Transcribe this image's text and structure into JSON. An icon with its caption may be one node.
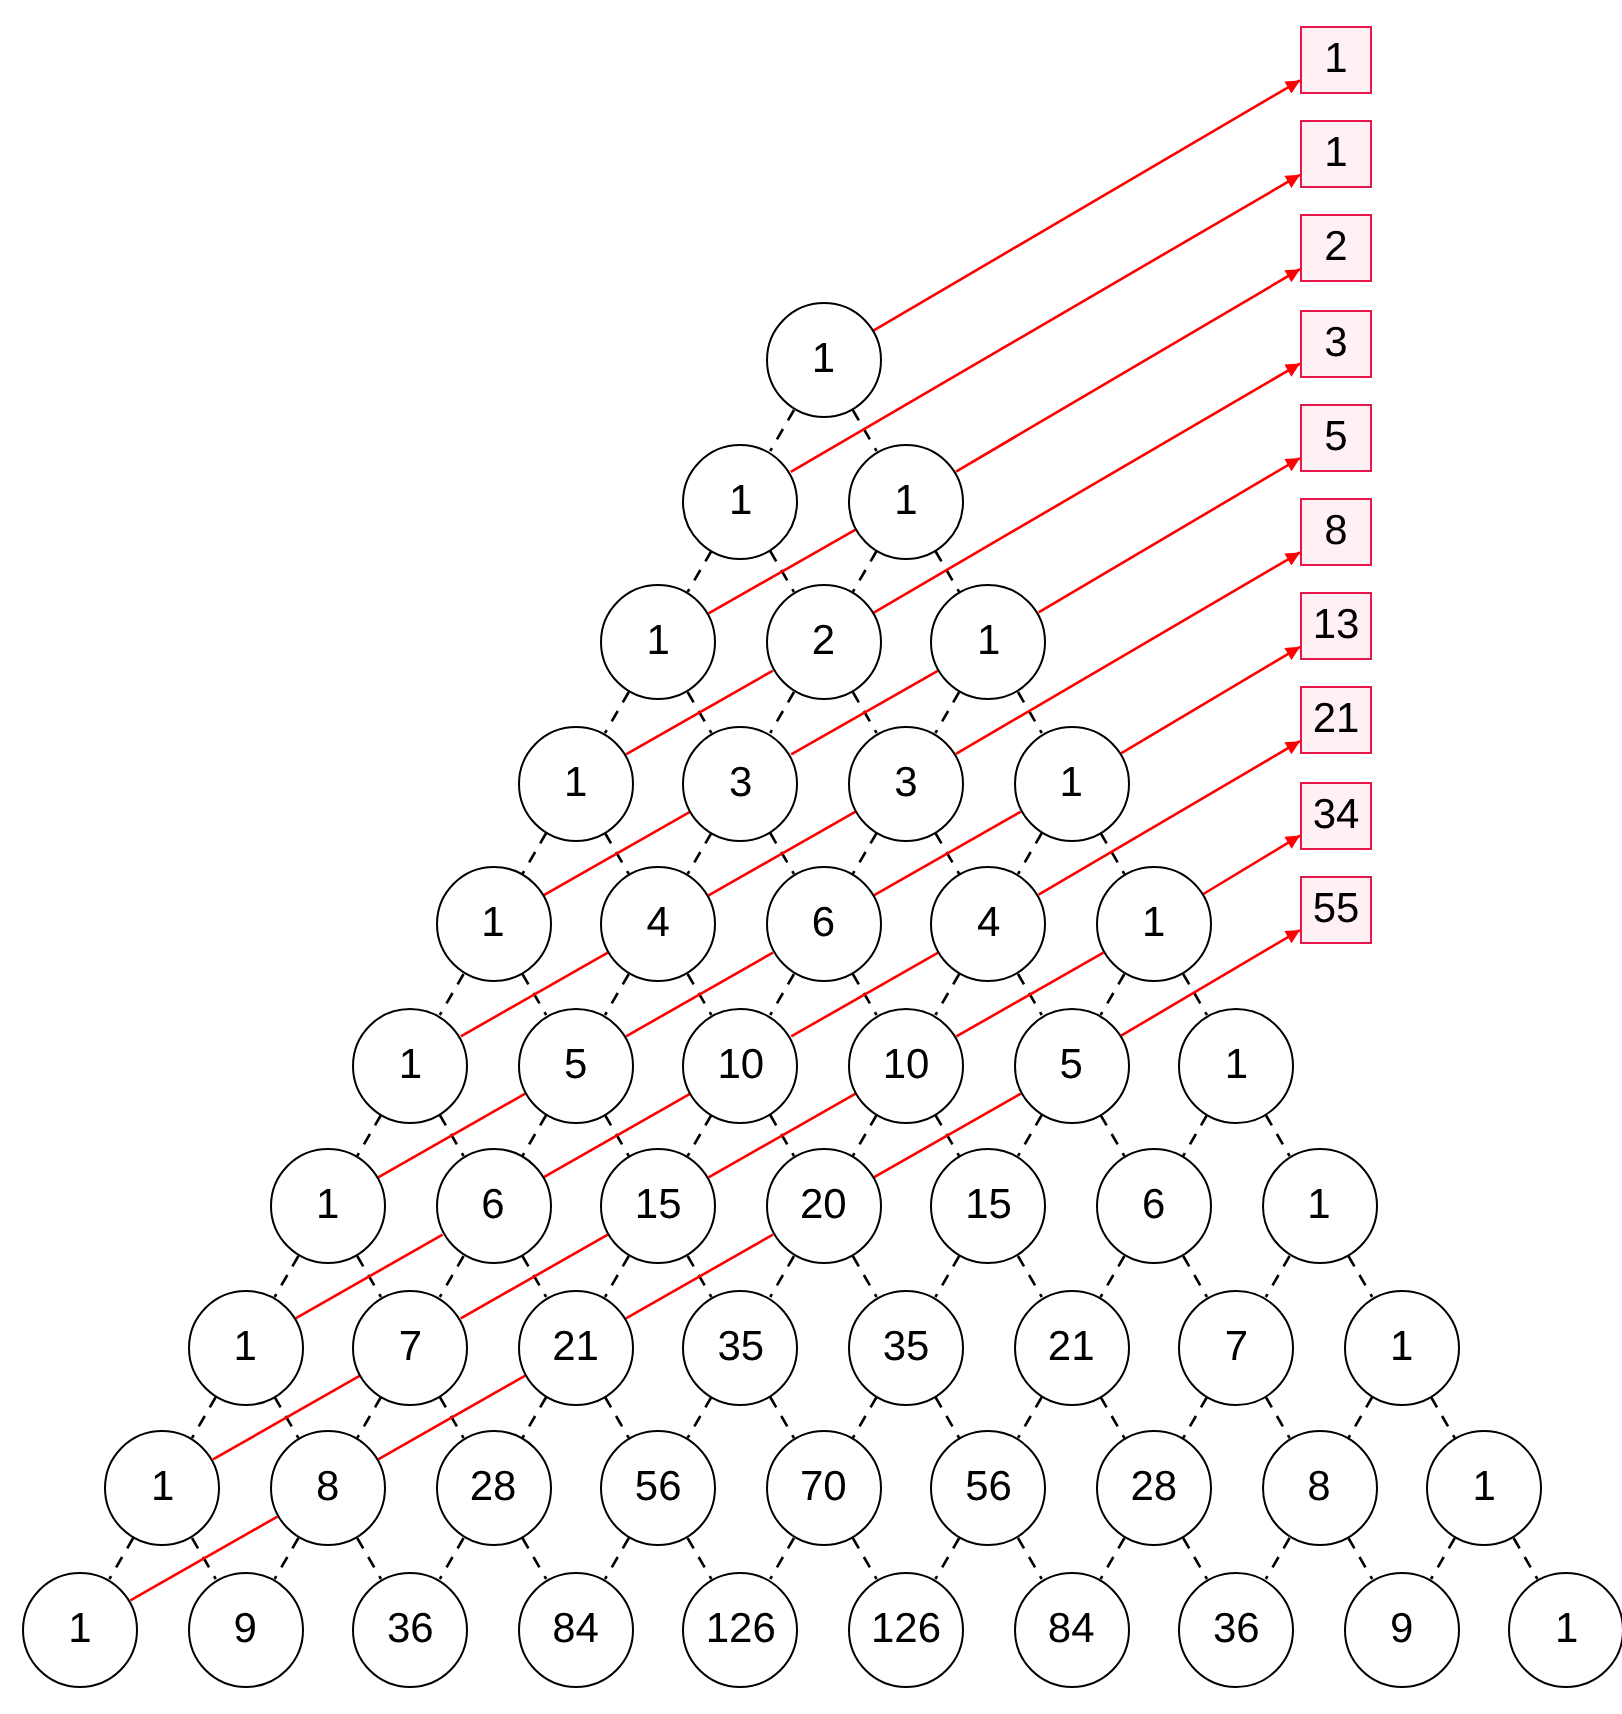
{
  "diagram": {
    "nodes": [
      {
        "text": [
          "1"
        ]
      },
      {
        "text": [
          "1"
        ]
      },
      {
        "text": [
          "1"
        ]
      },
      {
        "text": [
          "1"
        ]
      },
      {
        "text": [
          "2"
        ]
      },
      {
        "text": [
          "1"
        ]
      },
      {
        "text": [
          "1"
        ]
      },
      {
        "text": [
          "3"
        ]
      },
      {
        "text": [
          "3"
        ]
      },
      {
        "text": [
          "1"
        ]
      },
      {
        "text": [
          "1"
        ]
      },
      {
        "text": [
          "4"
        ]
      },
      {
        "text": [
          "6"
        ]
      },
      {
        "text": [
          "4"
        ]
      },
      {
        "text": [
          "1"
        ]
      },
      {
        "text": [
          "1"
        ]
      },
      {
        "text": [
          "5"
        ]
      },
      {
        "text": [
          "10"
        ]
      },
      {
        "text": [
          "10"
        ]
      },
      {
        "text": [
          "5"
        ]
      },
      {
        "text": [
          "1"
        ]
      },
      {
        "text": [
          "1"
        ]
      },
      {
        "text": [
          "6"
        ]
      },
      {
        "text": [
          "15"
        ]
      },
      {
        "text": [
          "20"
        ]
      },
      {
        "text": [
          "15"
        ]
      },
      {
        "text": [
          "6"
        ]
      },
      {
        "text": [
          "1"
        ]
      },
      {
        "text": [
          "1"
        ]
      },
      {
        "text": [
          "7"
        ]
      },
      {
        "text": [
          "21"
        ]
      },
      {
        "text": [
          "35"
        ]
      },
      {
        "text": [
          "35"
        ]
      },
      {
        "text": [
          "21"
        ]
      },
      {
        "text": [
          "7"
        ]
      },
      {
        "text": [
          "1"
        ]
      },
      {
        "text": [
          "1"
        ]
      },
      {
        "text": [
          "8"
        ]
      },
      {
        "text": [
          "28"
        ]
      },
      {
        "text": [
          "56"
        ]
      },
      {
        "text": [
          "70"
        ]
      },
      {
        "text": [
          "56"
        ]
      },
      {
        "text": [
          "28"
        ]
      },
      {
        "text": [
          "8"
        ]
      },
      {
        "text": [
          "1"
        ]
      },
      {
        "text": [
          "1"
        ]
      },
      {
        "text": [
          "9"
        ]
      },
      {
        "text": [
          "36"
        ]
      },
      {
        "text": [
          "84"
        ]
      },
      {
        "text": [
          "126"
        ]
      },
      {
        "text": [
          "126"
        ]
      },
      {
        "text": [
          "84"
        ]
      },
      {
        "text": [
          "36"
        ]
      },
      {
        "text": [
          "9"
        ]
      },
      {
        "text": [
          "1"
        ]
      },
      {
        "text": [
          "1"
        ]
      },
      {
        "text": [
          "1"
        ]
      },
      {
        "text": [
          "2"
        ]
      },
      {
        "text": [
          "3"
        ]
      },
      {
        "text": [
          "5"
        ]
      },
      {
        "text": [
          "8"
        ]
      },
      {
        "text": [
          "13"
        ]
      },
      {
        "text": [
          "21"
        ]
      },
      {
        "text": [
          "34"
        ]
      },
      {
        "text": [
          "55"
        ]
      }
    ],
    "edges": [
      {
        "from": 0,
        "to": 1,
        "arrow": "none",
        "style": "dashed"
      },
      {
        "from": 0,
        "to": 2,
        "arrow": "none",
        "style": "dashed"
      },
      {
        "from": 1,
        "to": 3,
        "arrow": "none",
        "style": "dashed"
      },
      {
        "from": 1,
        "to": 4,
        "arrow": "none",
        "style": "dashed"
      },
      {
        "from": 2,
        "to": 4,
        "arrow": "none",
        "style": "dashed"
      },
      {
        "from": 2,
        "to": 5,
        "arrow": "none",
        "style": "dashed"
      },
      {
        "from": 3,
        "to": 6,
        "arrow": "none",
        "style": "dashed"
      },
      {
        "from": 3,
        "to": 7,
        "arrow": "none",
        "style": "dashed"
      },
      {
        "from": 4,
        "to": 7,
        "arrow": "none",
        "style": "dashed"
      },
      {
        "from": 4,
        "to": 8,
        "arrow": "none",
        "style": "dashed"
      },
      {
        "from": 5,
        "to": 8,
        "arrow": "none",
        "style": "dashed"
      },
      {
        "from": 5,
        "to": 9,
        "arrow": "none",
        "style": "dashed"
      },
      {
        "from": 6,
        "to": 10,
        "arrow": "none",
        "style": "dashed"
      },
      {
        "from": 6,
        "to": 11,
        "arrow": "none",
        "style": "dashed"
      },
      {
        "from": 7,
        "to": 11,
        "arrow": "none",
        "style": "dashed"
      },
      {
        "from": 7,
        "to": 12,
        "arrow": "none",
        "style": "dashed"
      },
      {
        "from": 8,
        "to": 12,
        "arrow": "none",
        "style": "dashed"
      },
      {
        "from": 8,
        "to": 13,
        "arrow": "none",
        "style": "dashed"
      },
      {
        "from": 9,
        "to": 13,
        "arrow": "none",
        "style": "dashed"
      },
      {
        "from": 9,
        "to": 14,
        "arrow": "none",
        "style": "dashed"
      },
      {
        "from": 10,
        "to": 15,
        "arrow": "none",
        "style": "dashed"
      },
      {
        "from": 10,
        "to": 16,
        "arrow": "none",
        "style": "dashed"
      },
      {
        "from": 11,
        "to": 16,
        "arrow": "none",
        "style": "dashed"
      },
      {
        "from": 11,
        "to": 17,
        "arrow": "none",
        "style": "dashed"
      },
      {
        "from": 12,
        "to": 17,
        "arrow": "none",
        "style": "dashed"
      },
      {
        "from": 12,
        "to": 18,
        "arrow": "none",
        "style": "dashed"
      },
      {
        "from": 13,
        "to": 18,
        "arrow": "none",
        "style": "dashed"
      },
      {
        "from": 13,
        "to": 19,
        "arrow": "none",
        "style": "dashed"
      },
      {
        "from": 14,
        "to": 19,
        "arrow": "none",
        "style": "dashed"
      },
      {
        "from": 14,
        "to": 20,
        "arrow": "none",
        "style": "dashed"
      },
      {
        "from": 15,
        "to": 21,
        "arrow": "none",
        "style": "dashed"
      },
      {
        "from": 15,
        "to": 22,
        "arrow": "none",
        "style": "dashed"
      },
      {
        "from": 16,
        "to": 22,
        "arrow": "none",
        "style": "dashed"
      },
      {
        "from": 16,
        "to": 23,
        "arrow": "none",
        "style": "dashed"
      },
      {
        "from": 17,
        "to": 23,
        "arrow": "none",
        "style": "dashed"
      },
      {
        "from": 17,
        "to": 24,
        "arrow": "none",
        "style": "dashed"
      },
      {
        "from": 18,
        "to": 24,
        "arrow": "none",
        "style": "dashed"
      },
      {
        "from": 18,
        "to": 25,
        "arrow": "none",
        "style": "dashed"
      },
      {
        "from": 19,
        "to": 25,
        "arrow": "none",
        "style": "dashed"
      },
      {
        "from": 19,
        "to": 26,
        "arrow": "none",
        "style": "dashed"
      },
      {
        "from": 20,
        "to": 26,
        "arrow": "none",
        "style": "dashed"
      },
      {
        "from": 20,
        "to": 27,
        "arrow": "none",
        "style": "dashed"
      },
      {
        "from": 21,
        "to": 28,
        "arrow": "none",
        "style": "dashed"
      },
      {
        "from": 21,
        "to": 29,
        "arrow": "none",
        "style": "dashed"
      },
      {
        "from": 22,
        "to": 29,
        "arrow": "none",
        "style": "dashed"
      },
      {
        "from": 22,
        "to": 30,
        "arrow": "none",
        "style": "dashed"
      },
      {
        "from": 23,
        "to": 30,
        "arrow": "none",
        "style": "dashed"
      },
      {
        "from": 23,
        "to": 31,
        "arrow": "none",
        "style": "dashed"
      },
      {
        "from": 24,
        "to": 31,
        "arrow": "none",
        "style": "dashed"
      },
      {
        "from": 24,
        "to": 32,
        "arrow": "none",
        "style": "dashed"
      },
      {
        "from": 25,
        "to": 32,
        "arrow": "none",
        "style": "dashed"
      },
      {
        "from": 25,
        "to": 33,
        "arrow": "none",
        "style": "dashed"
      },
      {
        "from": 26,
        "to": 33,
        "arrow": "none",
        "style": "dashed"
      },
      {
        "from": 26,
        "to": 34,
        "arrow": "none",
        "style": "dashed"
      },
      {
        "from": 27,
        "to": 34,
        "arrow": "none",
        "style": "dashed"
      },
      {
        "from": 27,
        "to": 35,
        "arrow": "none",
        "style": "dashed"
      },
      {
        "from": 28,
        "to": 36,
        "arrow": "none",
        "style": "dashed"
      },
      {
        "from": 28,
        "to": 37,
        "arrow": "none",
        "style": "dashed"
      },
      {
        "from": 29,
        "to": 37,
        "arrow": "none",
        "style": "dashed"
      },
      {
        "from": 29,
        "to": 38,
        "arrow": "none",
        "style": "dashed"
      },
      {
        "from": 30,
        "to": 38,
        "arrow": "none",
        "style": "dashed"
      },
      {
        "from": 30,
        "to": 39,
        "arrow": "none",
        "style": "dashed"
      },
      {
        "from": 31,
        "to": 39,
        "arrow": "none",
        "style": "dashed"
      },
      {
        "from": 31,
        "to": 40,
        "arrow": "none",
        "style": "dashed"
      },
      {
        "from": 32,
        "to": 40,
        "arrow": "none",
        "style": "dashed"
      },
      {
        "from": 32,
        "to": 41,
        "arrow": "none",
        "style": "dashed"
      },
      {
        "from": 33,
        "to": 41,
        "arrow": "none",
        "style": "dashed"
      },
      {
        "from": 33,
        "to": 42,
        "arrow": "none",
        "style": "dashed"
      },
      {
        "from": 34,
        "to": 42,
        "arrow": "none",
        "style": "dashed"
      },
      {
        "from": 34,
        "to": 43,
        "arrow": "none",
        "style": "dashed"
      },
      {
        "from": 35,
        "to": 43,
        "arrow": "none",
        "style": "dashed"
      },
      {
        "from": 35,
        "to": 44,
        "arrow": "none",
        "style": "dashed"
      },
      {
        "from": 36,
        "to": 45,
        "arrow": "none",
        "style": "dashed"
      },
      {
        "from": 36,
        "to": 46,
        "arrow": "none",
        "style": "dashed"
      },
      {
        "from": 37,
        "to": 46,
        "arrow": "none",
        "style": "dashed"
      },
      {
        "from": 37,
        "to": 47,
        "arrow": "none",
        "style": "dashed"
      },
      {
        "from": 38,
        "to": 47,
        "arrow": "none",
        "style": "dashed"
      },
      {
        "from": 38,
        "to": 48,
        "arrow": "none",
        "style": "dashed"
      },
      {
        "from": 39,
        "to": 48,
        "arrow": "none",
        "style": "dashed"
      },
      {
        "from": 39,
        "to": 49,
        "arrow": "none",
        "style": "dashed"
      },
      {
        "from": 40,
        "to": 49,
        "arrow": "none",
        "style": "dashed"
      },
      {
        "from": 40,
        "to": 50,
        "arrow": "none",
        "style": "dashed"
      },
      {
        "from": 41,
        "to": 50,
        "arrow": "none",
        "style": "dashed"
      },
      {
        "from": 41,
        "to": 51,
        "arrow": "none",
        "style": "dashed"
      },
      {
        "from": 42,
        "to": 51,
        "arrow": "none",
        "style": "dashed"
      },
      {
        "from": 42,
        "to": 52,
        "arrow": "none",
        "style": "dashed"
      },
      {
        "from": 43,
        "to": 52,
        "arrow": "none",
        "style": "dashed"
      },
      {
        "from": 43,
        "to": 53,
        "arrow": "none",
        "style": "dashed"
      },
      {
        "from": 44,
        "to": 53,
        "arrow": "none",
        "style": "dashed"
      },
      {
        "from": 44,
        "to": 54,
        "arrow": "none",
        "style": "dashed"
      },
      {
        "from": 0,
        "to": 55,
        "arrow": "to",
        "color": "#ff0000"
      },
      {
        "from": 1,
        "to": 56,
        "arrow": "to",
        "color": "#ff0000"
      },
      {
        "from": 3,
        "to": 2,
        "arrow": "none",
        "color": "#ff0000"
      },
      {
        "from": 2,
        "to": 57,
        "arrow": "to",
        "color": "#ff0000"
      },
      {
        "from": 6,
        "to": 4,
        "arrow": "none",
        "color": "#ff0000"
      },
      {
        "from": 4,
        "to": 58,
        "arrow": "to",
        "color": "#ff0000"
      },
      {
        "from": 10,
        "to": 7,
        "arrow": "none",
        "color": "#ff0000"
      },
      {
        "from": 7,
        "to": 5,
        "arrow": "none",
        "color": "#ff0000"
      },
      {
        "from": 5,
        "to": 59,
        "arrow": "to",
        "color": "#ff0000"
      },
      {
        "from": 15,
        "to": 11,
        "arrow": "none",
        "color": "#ff0000"
      },
      {
        "from": 11,
        "to": 8,
        "arrow": "none",
        "color": "#ff0000"
      },
      {
        "from": 8,
        "to": 60,
        "arrow": "to",
        "color": "#ff0000"
      },
      {
        "from": 21,
        "to": 16,
        "arrow": "none",
        "color": "#ff0000"
      },
      {
        "from": 16,
        "to": 12,
        "arrow": "none",
        "color": "#ff0000"
      },
      {
        "from": 12,
        "to": 9,
        "arrow": "none",
        "color": "#ff0000"
      },
      {
        "from": 9,
        "to": 61,
        "arrow": "to",
        "color": "#ff0000"
      },
      {
        "from": 28,
        "to": 22,
        "arrow": "none",
        "color": "#ff0000"
      },
      {
        "from": 22,
        "to": 17,
        "arrow": "none",
        "color": "#ff0000"
      },
      {
        "from": 17,
        "to": 13,
        "arrow": "none",
        "color": "#ff0000"
      },
      {
        "from": 13,
        "to": 62,
        "arrow": "to",
        "color": "#ff0000"
      },
      {
        "from": 36,
        "to": 29,
        "arrow": "none",
        "color": "#ff0000"
      },
      {
        "from": 29,
        "to": 23,
        "arrow": "none",
        "color": "#ff0000"
      },
      {
        "from": 23,
        "to": 18,
        "arrow": "none",
        "color": "#ff0000"
      },
      {
        "from": 18,
        "to": 14,
        "arrow": "none",
        "color": "#ff0000"
      },
      {
        "from": 14,
        "to": 63,
        "arrow": "to",
        "color": "#ff0000"
      },
      {
        "from": 45,
        "to": 37,
        "arrow": "none",
        "color": "#ff0000"
      },
      {
        "from": 37,
        "to": 30,
        "arrow": "none",
        "color": "#ff0000"
      },
      {
        "from": 30,
        "to": 24,
        "arrow": "none",
        "color": "#ff0000"
      },
      {
        "from": 24,
        "to": 19,
        "arrow": "none",
        "color": "#ff0000"
      },
      {
        "from": 19,
        "to": 64,
        "arrow": "to",
        "color": "#ff0000"
      }
    ]
  }
}
